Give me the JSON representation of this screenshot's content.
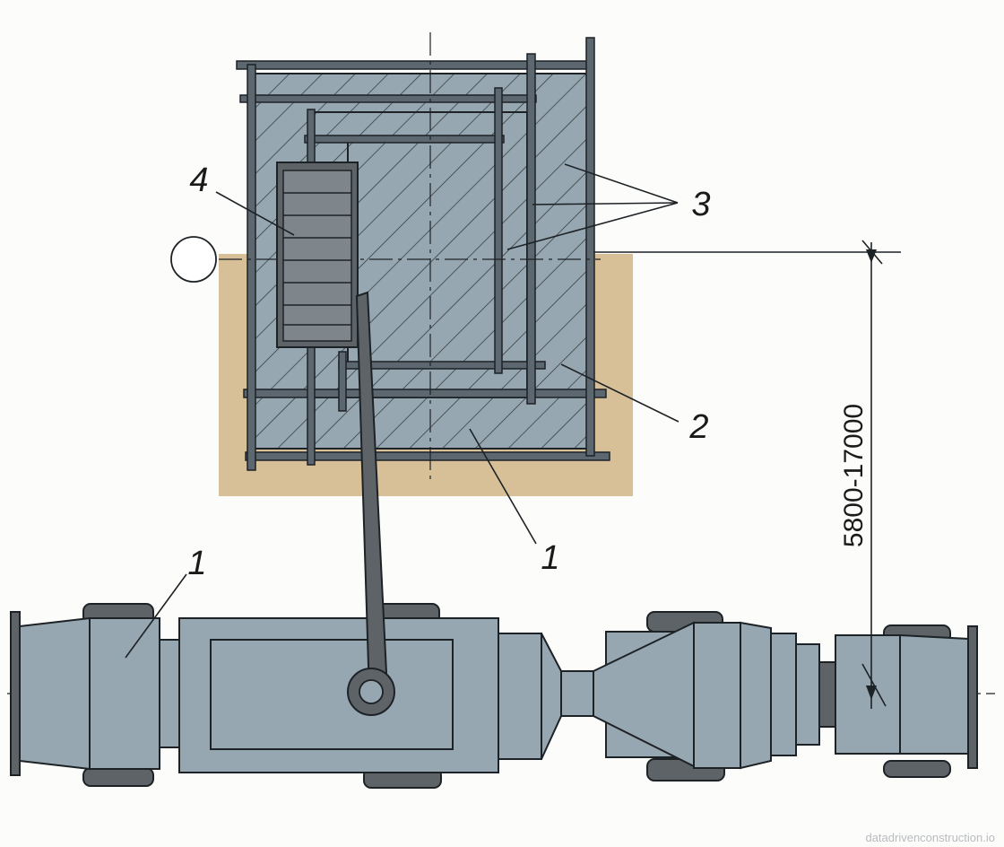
{
  "callouts": {
    "one_upper": "1",
    "one_lower": "1",
    "two": "2",
    "three": "3",
    "four": "4"
  },
  "dimension": {
    "range_label": "5800-17000"
  },
  "watermark": "datadrivenconstruction.io",
  "colors": {
    "machine_fill": "#96a7b1",
    "machine_dark": "#5e6368",
    "soil": "#d7bf98",
    "frame": "#5c6770",
    "outline": "#1d2226",
    "background": "#fcfcfa"
  }
}
